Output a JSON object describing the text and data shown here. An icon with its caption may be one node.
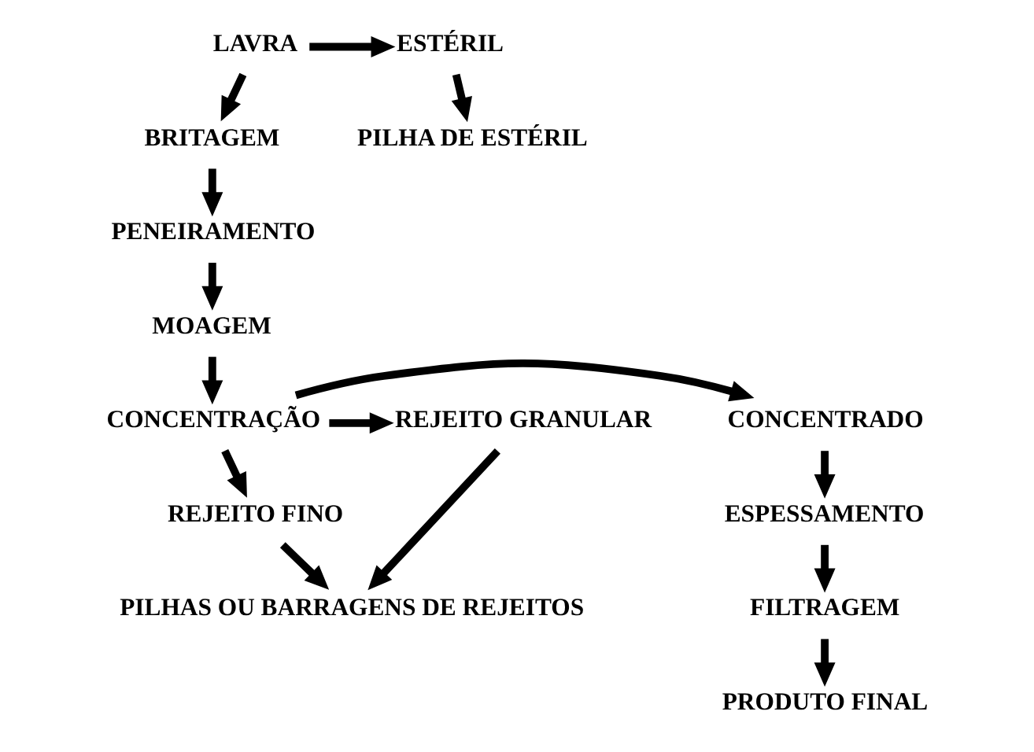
{
  "diagram": {
    "nodes": [
      {
        "text": [
          "LAVRA"
        ]
      },
      {
        "text": [
          "ESTÉRIL"
        ]
      },
      {
        "text": [
          "PILHA DE ESTÉRIL"
        ]
      },
      {
        "text": [
          "BRITAGEM"
        ]
      },
      {
        "text": [
          "PENEIRAMENTO"
        ]
      },
      {
        "text": [
          "MOAGEM"
        ]
      },
      {
        "text": [
          "CONCENTRADO"
        ]
      },
      {
        "text": [
          "CONCENTRAÇÃO"
        ]
      },
      {
        "text": [
          "REJEITO GRANULAR"
        ]
      },
      {
        "text": [
          "REJEITO FINO"
        ]
      },
      {
        "text": [
          "ESPESSAMENTO"
        ]
      },
      {
        "text": [
          "FILTRAGEM"
        ]
      },
      {
        "text": [
          "PILHAS OU BARRAGENS DE REJEITOS"
        ]
      },
      {
        "text": [
          "PRODUTO FINAL"
        ]
      }
    ],
    "edges": [
      {
        "from": 0,
        "to": 1,
        "arrow": "to"
      },
      {
        "from": 1,
        "to": 2,
        "arrow": "to"
      },
      {
        "from": 0,
        "to": 3,
        "arrow": "to"
      },
      {
        "from": 3,
        "to": 4,
        "arrow": "to"
      },
      {
        "from": 4,
        "to": 5,
        "arrow": "to"
      },
      {
        "from": 5,
        "to": 7,
        "arrow": "to"
      },
      {
        "from": 7,
        "to": 6,
        "arrow": "to"
      },
      {
        "from": 7,
        "to": 8,
        "arrow": "to"
      },
      {
        "from": 7,
        "to": 9,
        "arrow": "to"
      },
      {
        "from": 6,
        "to": 10,
        "arrow": "to"
      },
      {
        "from": 10,
        "to": 11,
        "arrow": "to"
      },
      {
        "from": 11,
        "to": 13,
        "arrow": "to"
      },
      {
        "from": 8,
        "to": 12,
        "arrow": "to"
      },
      {
        "from": 9,
        "to": 12,
        "arrow": "to"
      }
    ]
  }
}
